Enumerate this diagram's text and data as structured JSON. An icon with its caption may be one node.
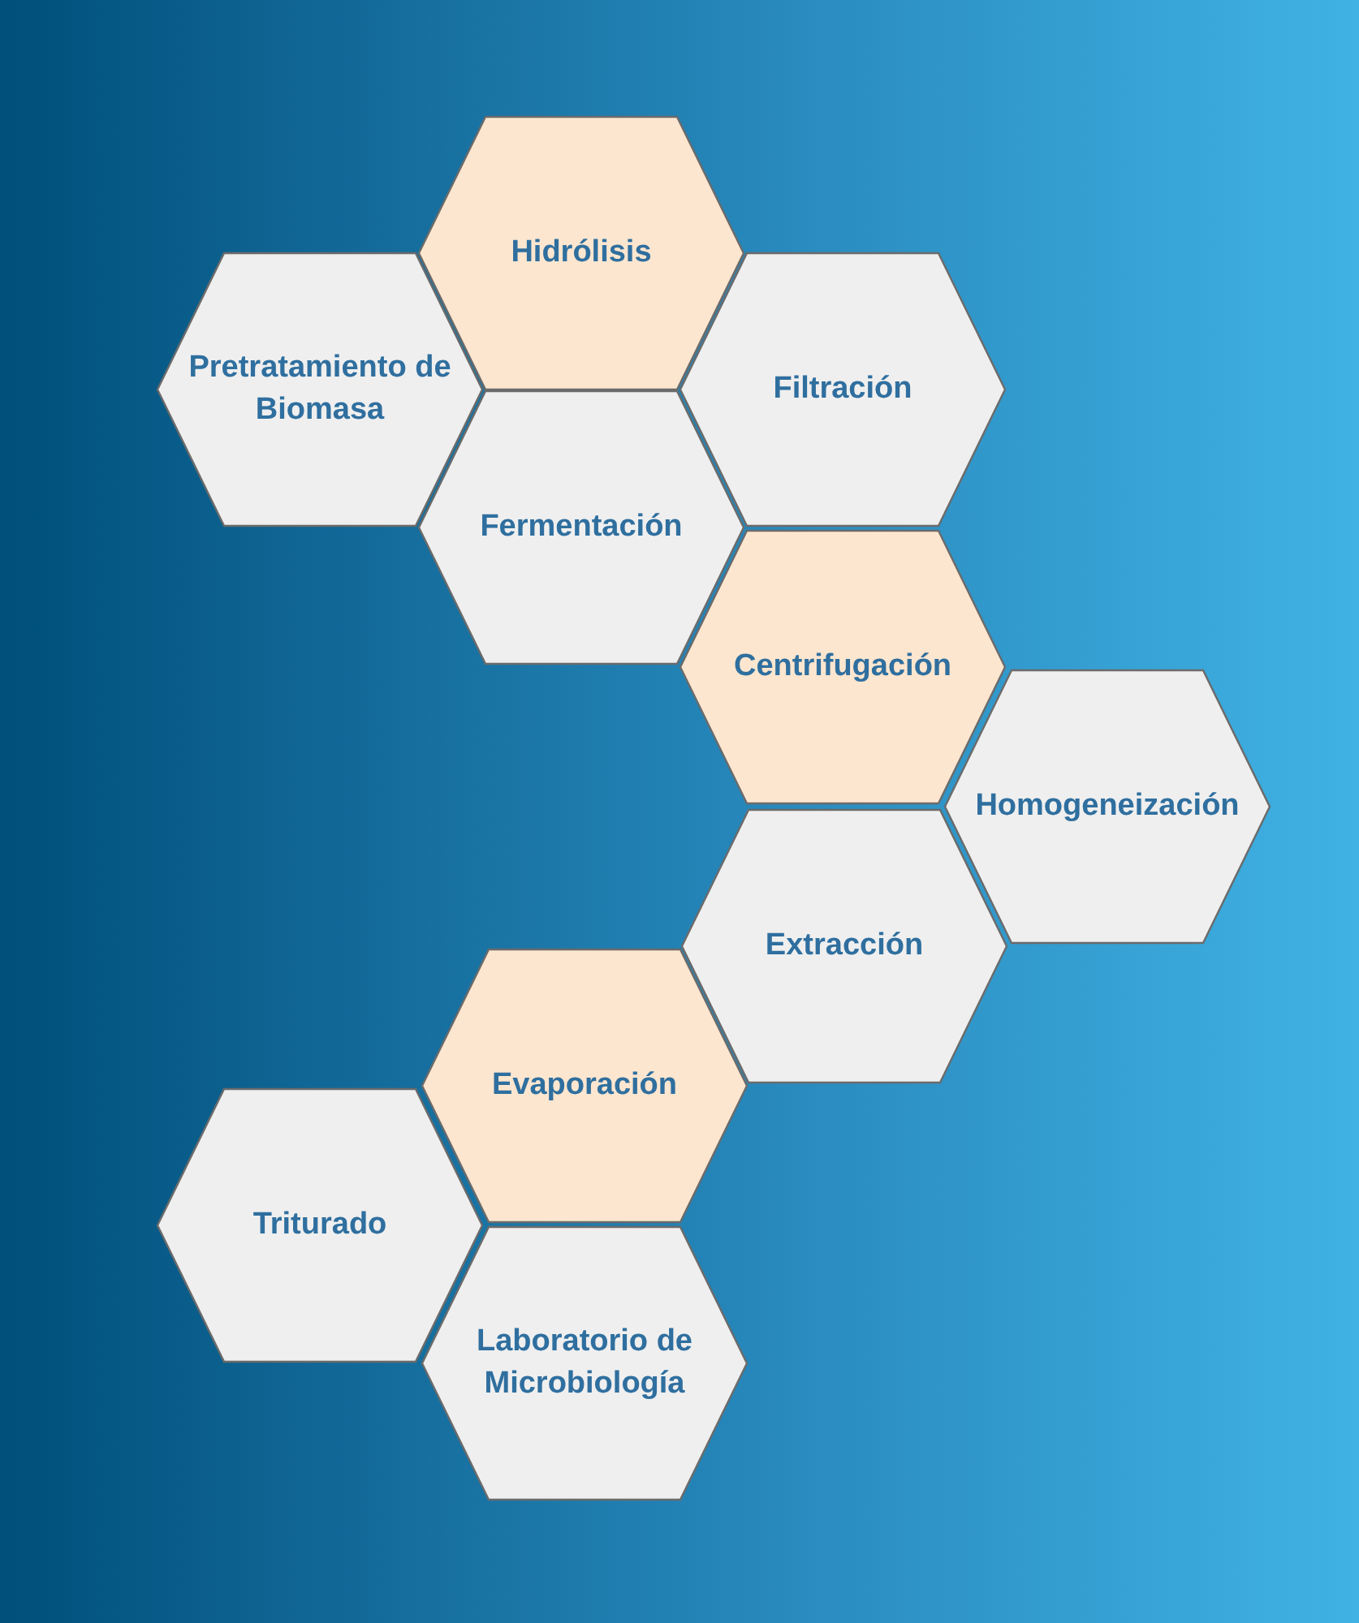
{
  "diagram": {
    "nodes": [
      {
        "text": [
          "Hidrólisis"
        ]
      },
      {
        "text": [
          "Pretratamiento de Biomasa"
        ]
      },
      {
        "text": [
          "Filtración"
        ]
      },
      {
        "text": [
          "Fermentación"
        ]
      },
      {
        "text": [
          "Centrifugación"
        ]
      },
      {
        "text": [
          "Homogeneización"
        ]
      },
      {
        "text": [
          "Extracción"
        ]
      },
      {
        "text": [
          "Evaporación"
        ]
      },
      {
        "text": [
          "Triturado"
        ]
      },
      {
        "text": [
          "Laboratorio de Microbiología"
        ]
      }
    ],
    "edges": []
  }
}
